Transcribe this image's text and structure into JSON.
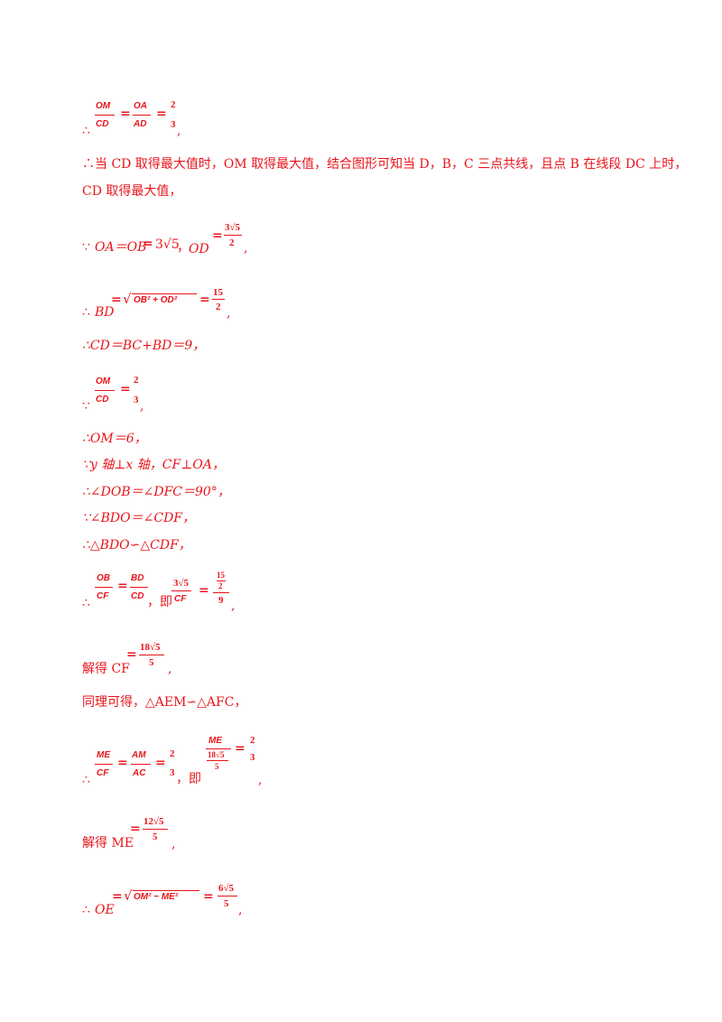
{
  "f1": {
    "therefore": "∴",
    "n1": "OM",
    "d1": "CD",
    "eq1": "=",
    "n2": "OA",
    "d2": "AD",
    "eq2": "=",
    "n3": "2",
    "d3": "3",
    "tail": ","
  },
  "l2": "∴当 CD 取得最大值时，OM 取得最大值，结合图形可知当 D，B，C 三点共线，且点 B 在线段 DC 上时，",
  "l3": "CD 取得最大值，",
  "f4": {
    "because": "∵",
    "text": "OA＝OB",
    "eq": "=",
    "val": "3√5",
    "sep": "，",
    "od": "OD",
    "eq2": "=",
    "n": "3√5",
    "d": "2",
    "tail": ","
  },
  "f5": {
    "therefore": "∴",
    "bd": "BD",
    "eq": "=",
    "rad": "OB² + OD²",
    "eq2": "=",
    "n": "15",
    "d": "2",
    "tail": ","
  },
  "l6": "∴CD＝BC+BD＝9，",
  "f7": {
    "because": "∵",
    "n1": "OM",
    "d1": "CD",
    "eq": "=",
    "n2": "2",
    "d2": "3",
    "tail": ","
  },
  "l8": "∴OM＝6，",
  "l9": "∵y 轴⊥x 轴，CF⊥OA，",
  "l10": "∴∠DOB＝∠DFC＝90°，",
  "l11": "∵∠BDO＝∠CDF，",
  "l12": "∴△BDO∽△CDF，",
  "f13": {
    "therefore": "∴",
    "n1": "OB",
    "d1": "CF",
    "eq": "=",
    "n2": "BD",
    "d2": "CD",
    "sep": "，即",
    "n3": "3√5",
    "d3": "CF",
    "eq2": "=",
    "n4top": "15",
    "n4bot": "2",
    "d4": "9",
    "tail": ","
  },
  "f14": {
    "prefix": "解得 CF",
    "eq": "=",
    "n": "18√5",
    "d": "5",
    "tail": ","
  },
  "l15": "同理可得，△AEM∽△AFC，",
  "f16": {
    "therefore": "∴",
    "n1": "ME",
    "d1": "CF",
    "eq": "=",
    "n2": "AM",
    "d2": "AC",
    "eq2": "=",
    "n3": "2",
    "d3": "3",
    "sep": "，即",
    "n4": "ME",
    "d4top": "18√5",
    "d4bot": "5",
    "eq3": "=",
    "n5": "2",
    "d5": "3",
    "tail": ","
  },
  "f17": {
    "prefix": "解得 ME",
    "eq": "=",
    "n": "12√5",
    "d": "5",
    "tail": ","
  },
  "f18": {
    "therefore": "∴",
    "oe": "OE",
    "eq": "=",
    "rad": "OM² − ME²",
    "eq2": "=",
    "n": "6√5",
    "d": "5",
    "tail": ","
  }
}
